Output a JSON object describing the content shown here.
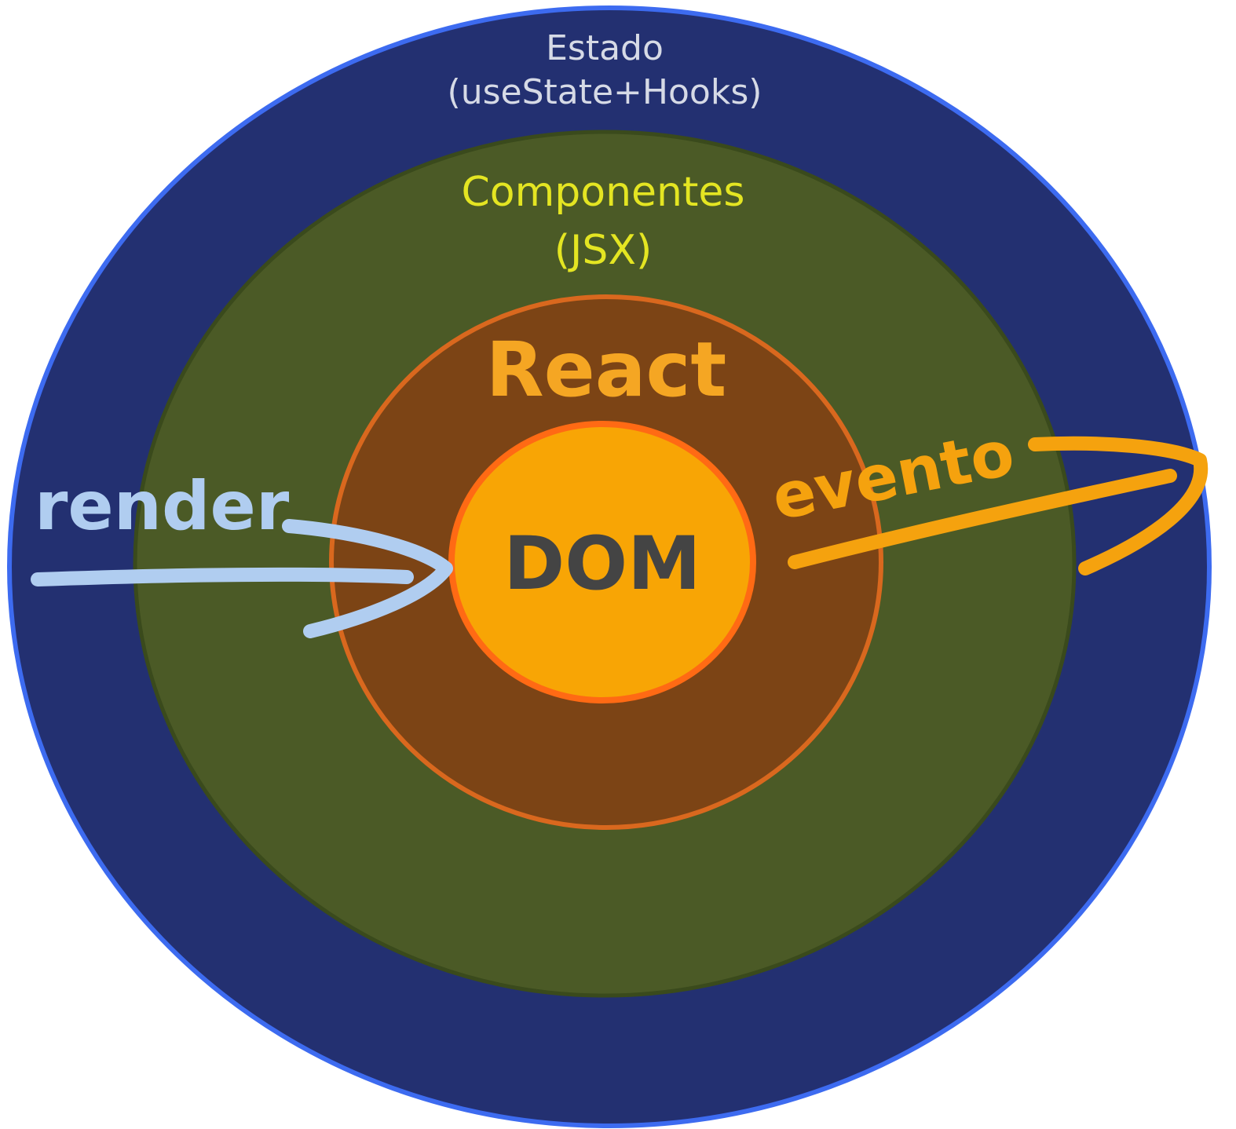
{
  "layers": {
    "state": {
      "line1": "Estado",
      "line2": "(useState+Hooks)",
      "color": "#d6dae6",
      "fill": "#233071",
      "stroke": "#3d6bf0"
    },
    "components": {
      "line1": "Componentes",
      "line2": "(JSX)",
      "color": "#e4e522",
      "fill": "#4b5a26"
    },
    "react": {
      "label": "React",
      "color": "#f5a623",
      "fill": "#7c4415",
      "stroke": "#d9681e"
    },
    "dom": {
      "label": "DOM",
      "color": "#444444",
      "fill": "#f8a505",
      "stroke": "#ff6a14"
    }
  },
  "arrows": {
    "render": {
      "label": "render",
      "color": "#b0cdf0"
    },
    "evento": {
      "label": "evento",
      "color": "#f5a20e"
    }
  }
}
